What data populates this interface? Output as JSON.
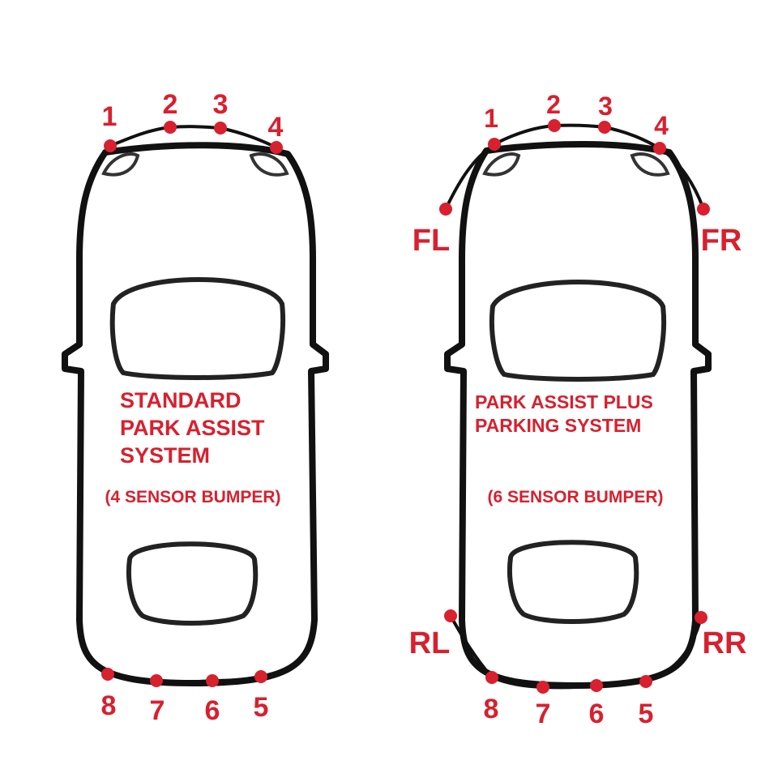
{
  "colors": {
    "label_red": "#d8202e",
    "outline": "#111111",
    "background": "#ffffff"
  },
  "left_car": {
    "caption_lines": [
      "STANDARD",
      "PARK ASSIST",
      "SYSTEM"
    ],
    "sensor_note": "(4 SENSOR BUMPER)",
    "front_sensors": [
      "1",
      "2",
      "3",
      "4"
    ],
    "rear_sensors": [
      "8",
      "7",
      "6",
      "5"
    ]
  },
  "right_car": {
    "caption_lines": [
      "PARK ASSIST PLUS",
      "PARKING SYSTEM"
    ],
    "sensor_note": "(6 SENSOR BUMPER)",
    "front_sensors": [
      "1",
      "2",
      "3",
      "4"
    ],
    "rear_sensors": [
      "8",
      "7",
      "6",
      "5"
    ],
    "corner_labels": {
      "fl": "FL",
      "fr": "FR",
      "rl": "RL",
      "rr": "RR"
    }
  }
}
